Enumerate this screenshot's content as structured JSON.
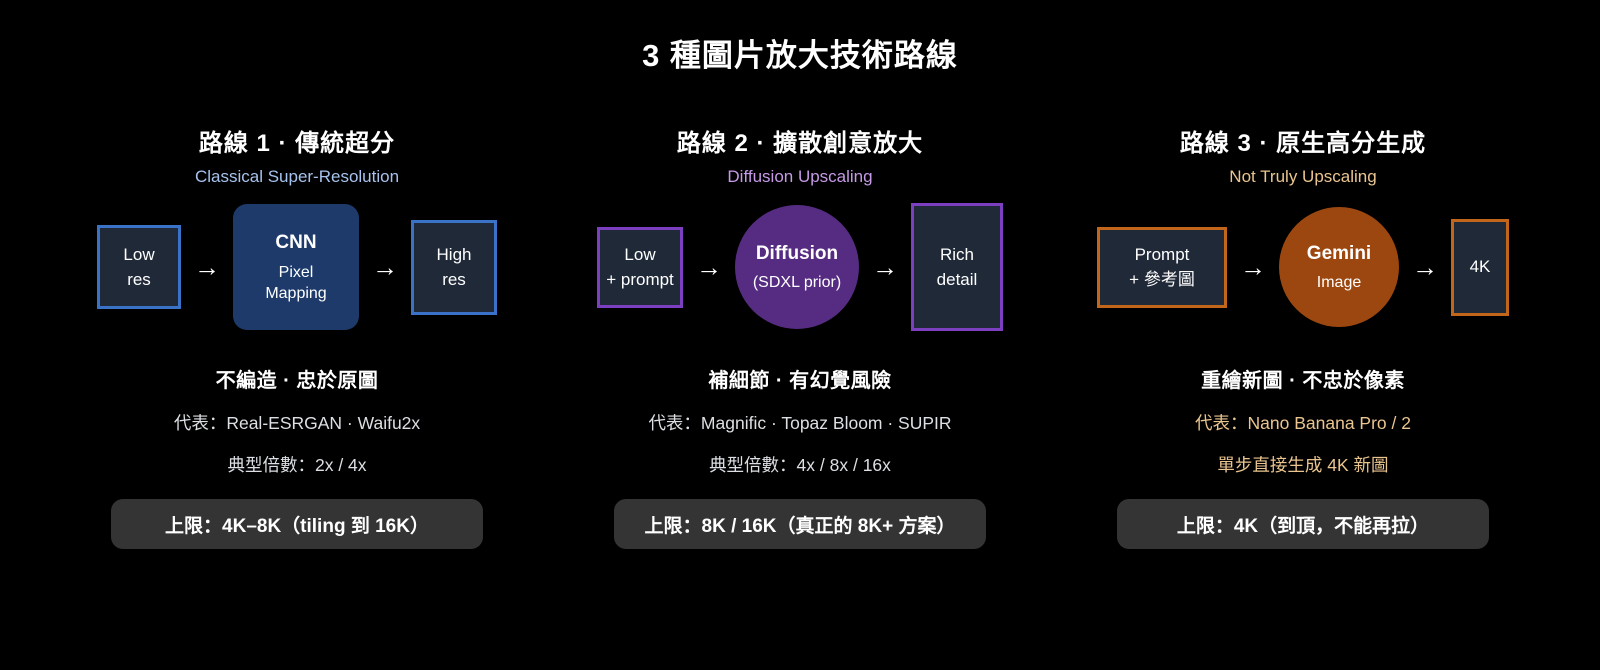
{
  "title": "3 種圖片放大技術路線",
  "icons": {
    "arrow_right": "→"
  },
  "colors": {
    "background": "#000000",
    "pill_background": "#343434",
    "node_fill": "#202938",
    "route1_accent": "#3a72c8",
    "route1_subtitle_color": "#a6c2ee",
    "route1_process_fill": "#1d3a6b",
    "route2_accent": "#7c3fc0",
    "route2_subtitle_color": "#c69ae7",
    "route2_process_fill": "#562c82",
    "route3_accent": "#c2661c",
    "route3_subtitle_color": "#eac58f",
    "route3_process_fill": "#9c470f"
  },
  "routes": [
    {
      "heading": "路線 1 · 傳統超分",
      "subtitle": "Classical Super-Resolution",
      "flow": {
        "input": [
          "Low",
          "res"
        ],
        "process": {
          "title": "CNN",
          "subtitle": "Pixel Mapping"
        },
        "output": [
          "High",
          "res"
        ]
      },
      "claim": "不編造 · 忠於原圖",
      "representatives": "代表：Real-ESRGAN · Waifu2x",
      "typical_scale": "典型倍數：2x / 4x",
      "limit": "上限：4K–8K（tiling 到 16K）"
    },
    {
      "heading": "路線 2 · 擴散創意放大",
      "subtitle": "Diffusion Upscaling",
      "flow": {
        "input": [
          "Low",
          "+ prompt"
        ],
        "process": {
          "title": "Diffusion",
          "subtitle": "(SDXL prior)"
        },
        "output": [
          "Rich",
          "detail"
        ]
      },
      "claim": "補細節 · 有幻覺風險",
      "representatives": "代表：Magnific · Topaz Bloom · SUPIR",
      "typical_scale": "典型倍數：4x / 8x / 16x",
      "limit": "上限：8K / 16K（真正的 8K+ 方案）"
    },
    {
      "heading": "路線 3 · 原生高分生成",
      "subtitle": "Not Truly Upscaling",
      "flow": {
        "input": [
          "Prompt",
          "+ 參考圖"
        ],
        "process": {
          "title": "Gemini",
          "subtitle": "Image"
        },
        "output": [
          "4K"
        ]
      },
      "claim": "重繪新圖 · 不忠於像素",
      "representatives": "代表：Nano Banana Pro / 2",
      "typical_scale": "單步直接生成 4K 新圖",
      "limit": "上限：4K（到頂，不能再拉）"
    }
  ]
}
